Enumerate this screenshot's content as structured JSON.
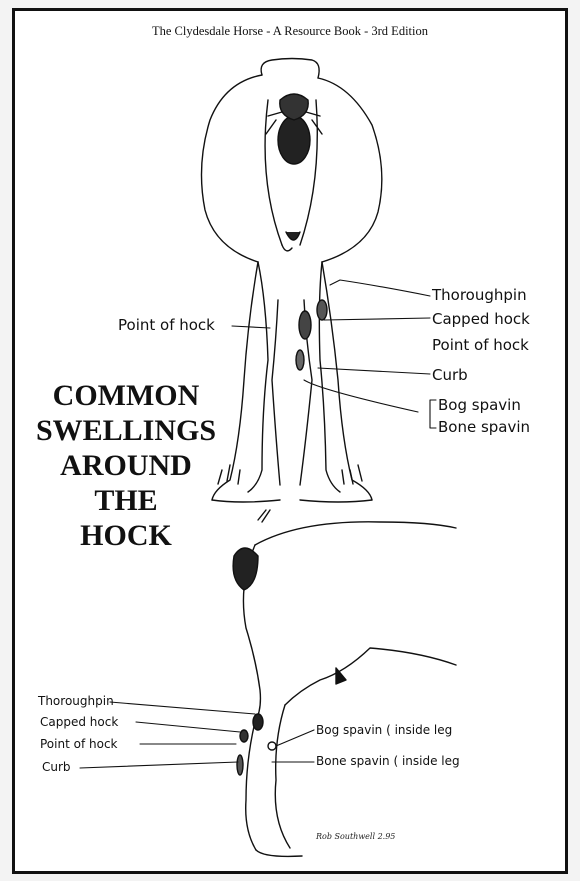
{
  "header": {
    "text": "The Clydesdale Horse - A Resource Book - 3rd Edition"
  },
  "title": {
    "lines": [
      "COMMON",
      "SWELLINGS",
      "AROUND",
      "THE",
      "HOCK"
    ]
  },
  "rear_view_labels": {
    "left": "Point of hock",
    "right": [
      "Thoroughpin",
      "Capped hock",
      "Point of hock",
      "Curb",
      "Bog spavin",
      "Bone spavin"
    ]
  },
  "side_view_labels": {
    "left": [
      "Thoroughpin",
      "Capped hock",
      "Point of hock",
      "Curb"
    ],
    "right": [
      "Bog spavin ( inside leg",
      "Bone spavin ( inside leg"
    ]
  },
  "signature": "Rob Southwell 2.95"
}
